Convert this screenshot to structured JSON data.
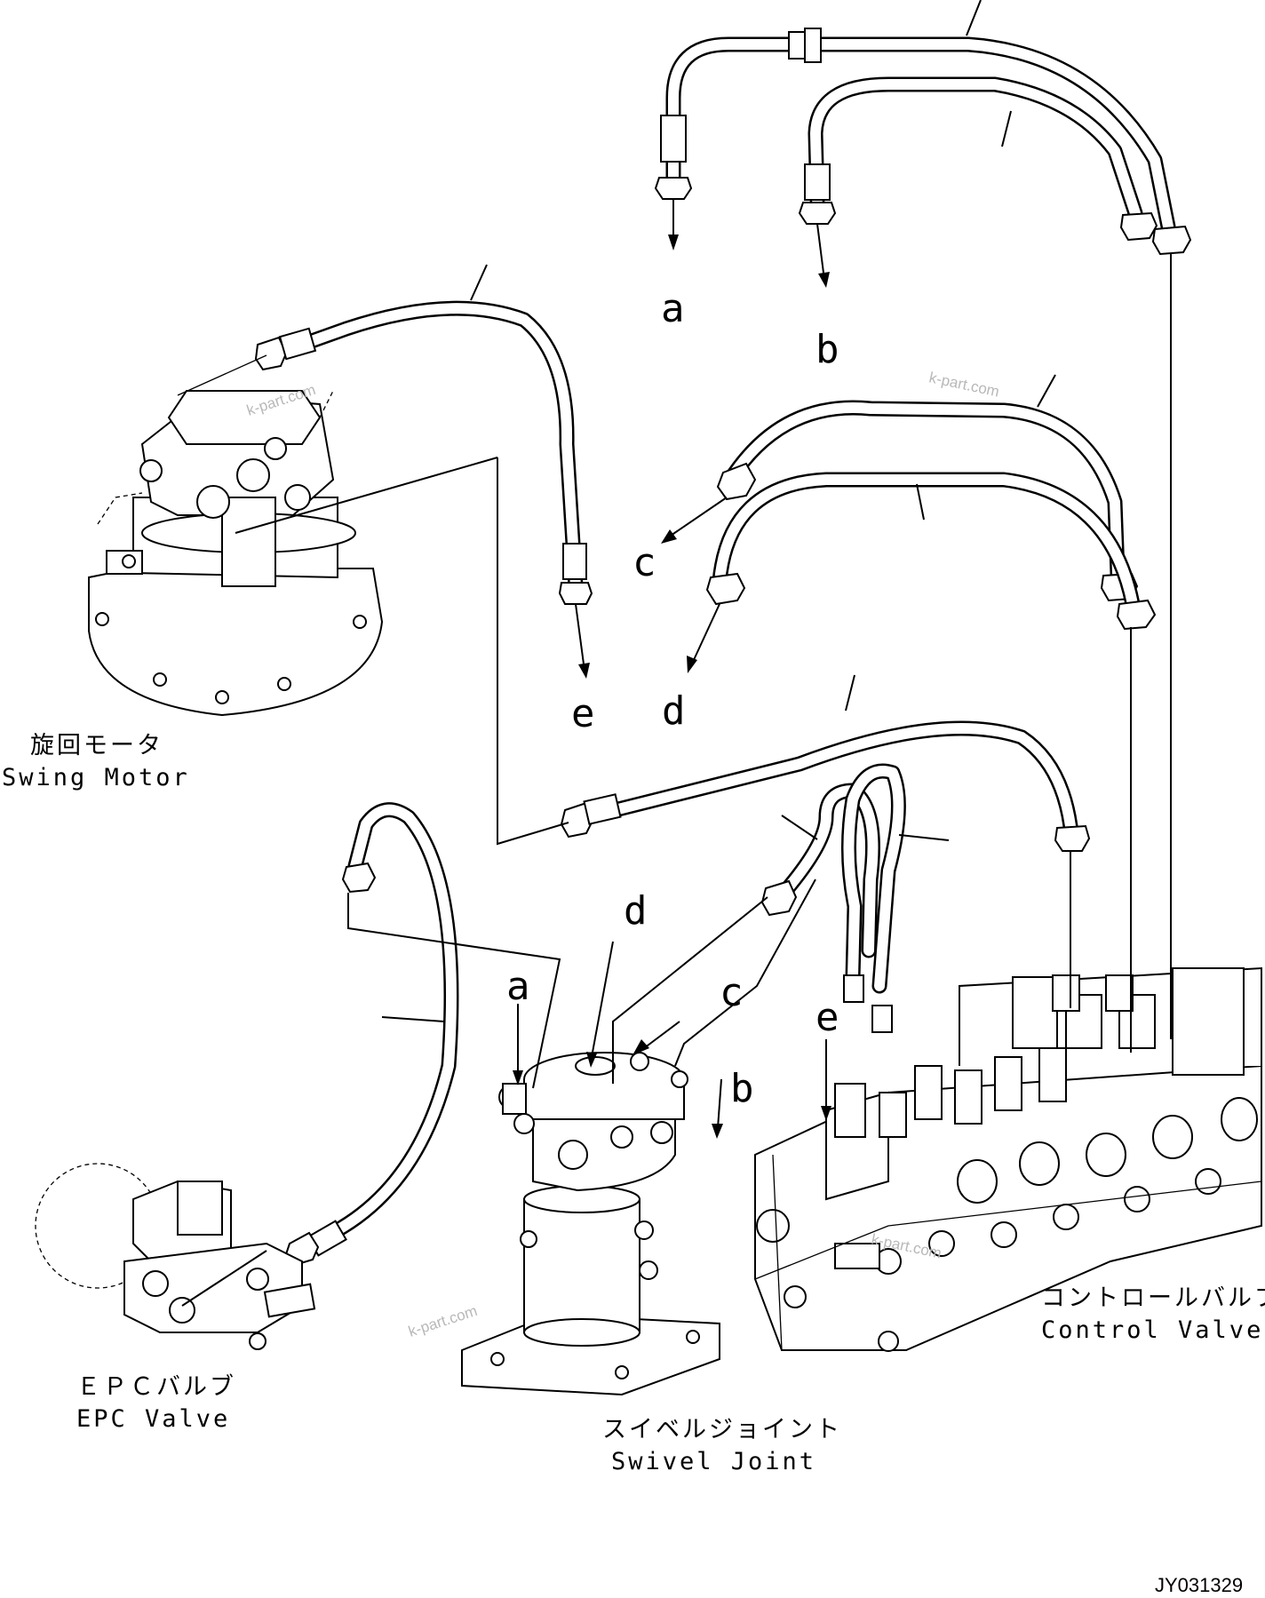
{
  "components": {
    "swing_motor": {
      "label_jp": "旋回モータ",
      "label_en": "Swing Motor"
    },
    "epc_valve": {
      "label_jp": "ＥＰＣバルブ",
      "label_en": "EPC Valve"
    },
    "swivel_joint": {
      "label_jp": "スイベルジョイント",
      "label_en": "Swivel Joint"
    },
    "control_valve": {
      "label_jp": "コントロールバルブ",
      "label_en": "Control Valve"
    }
  },
  "connection_letters": {
    "top_a": "a",
    "top_b": "b",
    "top_c": "c",
    "top_d": "d",
    "top_e": "e",
    "swivel_a": "a",
    "swivel_b": "b",
    "swivel_c": "c",
    "swivel_d": "d",
    "control_e": "e"
  },
  "watermarks": [
    "k-part.com",
    "k-part.com",
    "k-part.com",
    "k-part.com"
  ],
  "drawing_number": "JY031329"
}
